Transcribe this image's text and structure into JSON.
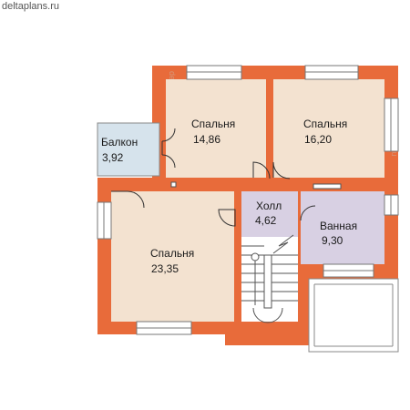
{
  "site": "deltaplans.ru",
  "watermark": "deltaplans.ru",
  "colors": {
    "wall": "#E86B3A",
    "room": "#F3E2D0",
    "hall": "#D8D0E3",
    "bath": "#D8D0E3",
    "balcony": "#D6E3EC",
    "window": "#ffffff"
  },
  "rooms": [
    {
      "name": "Спальня",
      "area": "14,86"
    },
    {
      "name": "Спальня",
      "area": "16,20"
    },
    {
      "name": "Балкон",
      "area": "3,92"
    },
    {
      "name": "Холл",
      "area": "4,62"
    },
    {
      "name": "Ванная",
      "area": "9,30"
    },
    {
      "name": "Спальня",
      "area": "23,35"
    }
  ]
}
